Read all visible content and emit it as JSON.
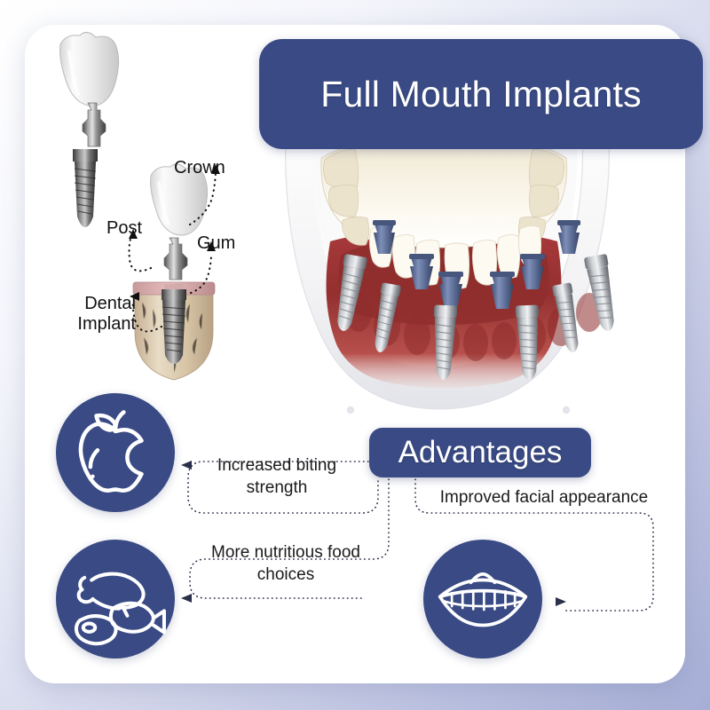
{
  "page": {
    "background_gradient_from": "#ffffff",
    "background_gradient_to": "#a6aed6",
    "card_background": "#ffffff",
    "brand_blue": "#394a84",
    "gum_red": "#9e3b3b",
    "abutment_blue": "#5a6b96",
    "implant_grey": "#8e9196",
    "bone_tan": "#d8c6a8"
  },
  "header": {
    "title": "Full Mouth Implants"
  },
  "anatomy_diagram": {
    "name": "dental-implant-exploded-diagram",
    "labels": [
      {
        "id": "crown",
        "text": "Crown"
      },
      {
        "id": "post",
        "text": "Post"
      },
      {
        "id": "gum",
        "text": "Gum"
      },
      {
        "id": "implant",
        "text": "Dental\nImplant",
        "line1": "Dental",
        "line2": "Implant"
      }
    ]
  },
  "jaw_illustration": {
    "name": "lower-jaw-with-implants",
    "implant_count": 6,
    "abutment_count": 6,
    "description": "Lower jaw with six dental implants and full-arch denture"
  },
  "advantages": {
    "badge_label": "Advantages",
    "items": [
      {
        "id": "biting-strength",
        "text": "Increased biting strength",
        "line1": "Increased biting",
        "line2": "strength",
        "icon": "apple-icon"
      },
      {
        "id": "nutritious-food",
        "text": "More nutritious food choices",
        "line1": "More nutritious food",
        "line2": "choices",
        "icon": "meat-fish-icon"
      },
      {
        "id": "facial-appearance",
        "text": "Improved facial appearance",
        "line1": "Improved facial appearance",
        "line2": "",
        "icon": "smile-teeth-icon"
      }
    ]
  }
}
